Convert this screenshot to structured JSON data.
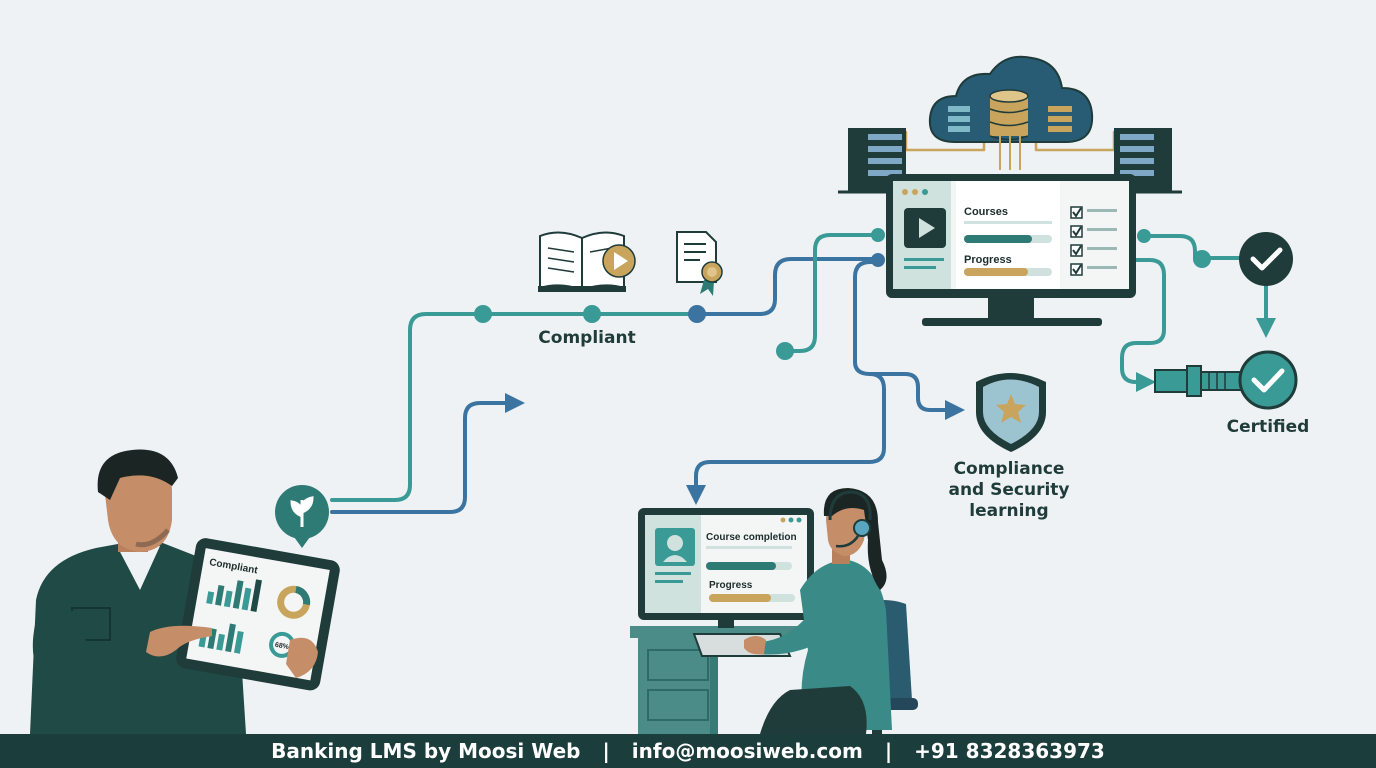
{
  "labels": {
    "compliant": "Compliant",
    "compliance_line1": "Compliance",
    "compliance_line2": "and Security",
    "compliance_line3": "learning",
    "certified": "Certified"
  },
  "monitor": {
    "courses": "Courses",
    "progress": "Progress"
  },
  "desk_monitor": {
    "course_completion": "Course completion",
    "progress": "Progress"
  },
  "tablet": {
    "title": "Compliant",
    "gauge_value": "68%"
  },
  "footer": {
    "brand": "Banking LMS by Moosi Web",
    "email": "info@moosiweb.com",
    "phone": "+91 8328363973",
    "separator": "|"
  },
  "colors": {
    "teal": "#3a9a96",
    "blue": "#3b74a0",
    "dark": "#1f3b3a",
    "gold": "#c9a45c",
    "background": "#eef2f4"
  }
}
